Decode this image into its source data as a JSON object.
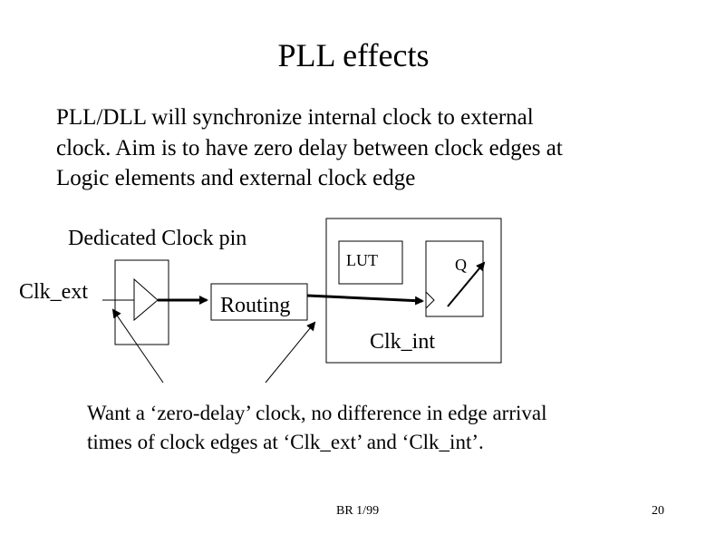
{
  "slide": {
    "title": "PLL effects",
    "body_lines": [
      "PLL/DLL will synchronize internal clock to external",
      "clock.  Aim is to have zero delay between clock edges at",
      "Logic elements and external clock edge"
    ],
    "note_lines": [
      "Want a ‘zero-delay’ clock,  no difference in edge arrival",
      "times of clock edges at ‘Clk_ext’ and ‘Clk_int’."
    ],
    "footer_left": "BR 1/99",
    "page_number": "20"
  },
  "diagram": {
    "dedicated_clock_pin_label": "Dedicated Clock pin",
    "clk_ext_label": "Clk_ext",
    "routing_label": "Routing",
    "lut_label": "LUT",
    "q_label": "Q",
    "clk_int_label": "Clk_int"
  }
}
